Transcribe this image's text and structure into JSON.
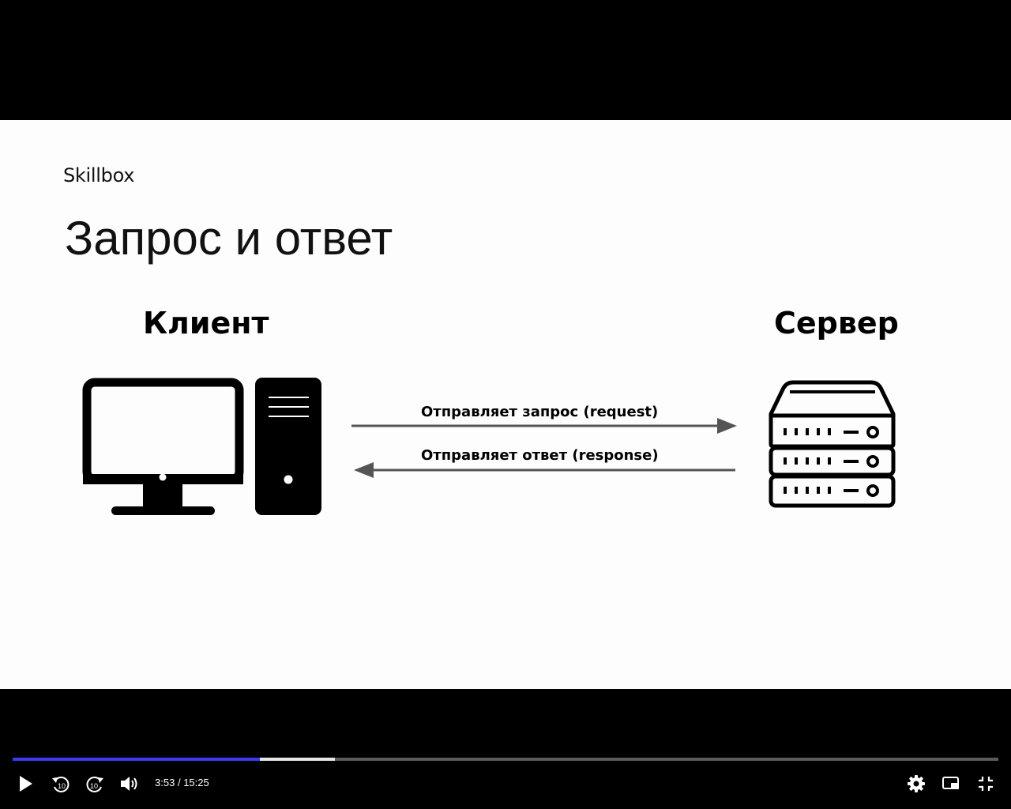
{
  "slide": {
    "brand": "Skillbox",
    "title": "Запрос и ответ",
    "client_label": "Клиент",
    "server_label": "Сервер",
    "request_label": "Отправляет запрос (request)",
    "response_label": "Отправляет ответ (response)"
  },
  "player": {
    "current_time": "3:53",
    "separator": "/",
    "duration": "15:25",
    "progress_played_fraction": 0.251,
    "progress_buffered_fraction": 0.327,
    "colors": {
      "played": "#3b3bf5",
      "buffered": "#e6e6e6",
      "track": "#5a5a5a"
    },
    "icons": {
      "play": "play-icon",
      "rewind": "rewind-10-icon",
      "forward": "forward-10-icon",
      "volume": "volume-icon",
      "settings": "gear-icon",
      "pip": "picture-in-picture-icon",
      "fullscreen": "exit-fullscreen-icon"
    },
    "rewind_seconds": "10",
    "forward_seconds": "10"
  }
}
